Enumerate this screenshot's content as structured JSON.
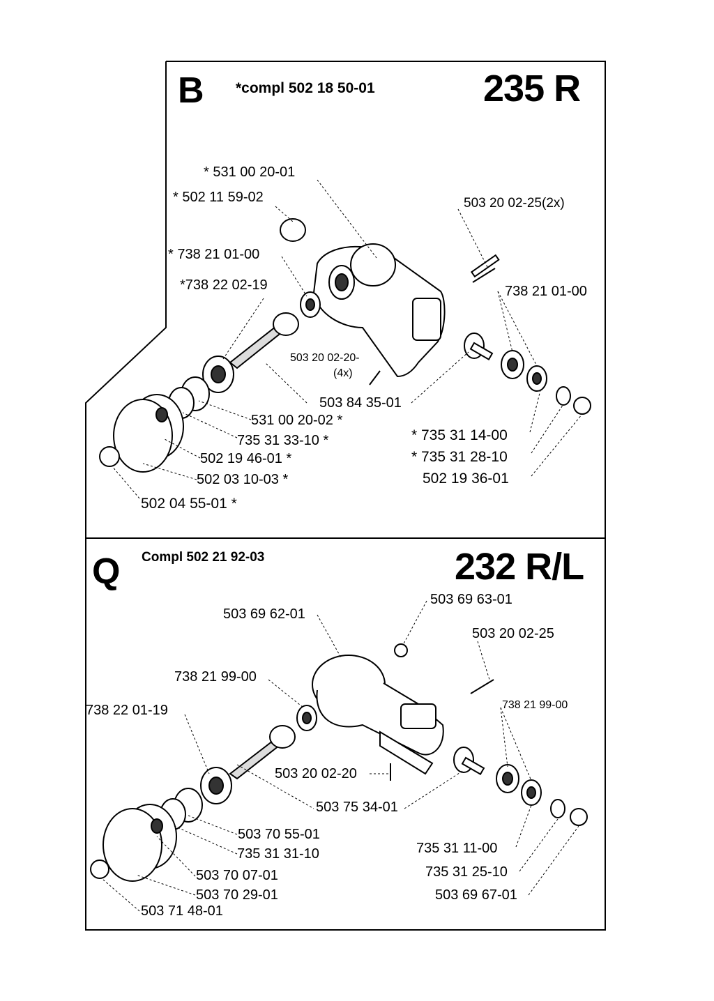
{
  "panels": [
    {
      "letter": "B",
      "compl": "*compl 502 18 50-01",
      "model": "235 R",
      "labels": [
        "* 531 00 20-01",
        "* 502 11 59-02",
        "503 20 02-25(2x)",
        "* 738 21 01-00",
        "*738 22 02-19",
        "738 21 01-00",
        "503 20 02-20-",
        "(4x)",
        "503 84 35-01",
        "531 00 20-02 *",
        "735 31 33-10 *",
        "* 735 31 14-00",
        "502 19 46-01 *",
        "* 735 31 28-10",
        "502 03 10-03 *",
        "502 19 36-01",
        "502 04 55-01 *"
      ]
    },
    {
      "letter": "Q",
      "compl": "Compl 502 21 92-03",
      "model": "232 R/L",
      "labels": [
        "503 69 63-01",
        "503 69 62-01",
        "503 20 02-25",
        "738 21 99-00",
        "738 21 99-00",
        "738 22 01-19",
        "503 20 02-20",
        "503 75 34-01",
        "503 70 55-01",
        "735 31 31-10",
        "735 31 11-00",
        "503 70 07-01",
        "735 31 25-10",
        "503 70 29-01",
        "503 69 67-01",
        "503 71 48-01"
      ]
    }
  ]
}
